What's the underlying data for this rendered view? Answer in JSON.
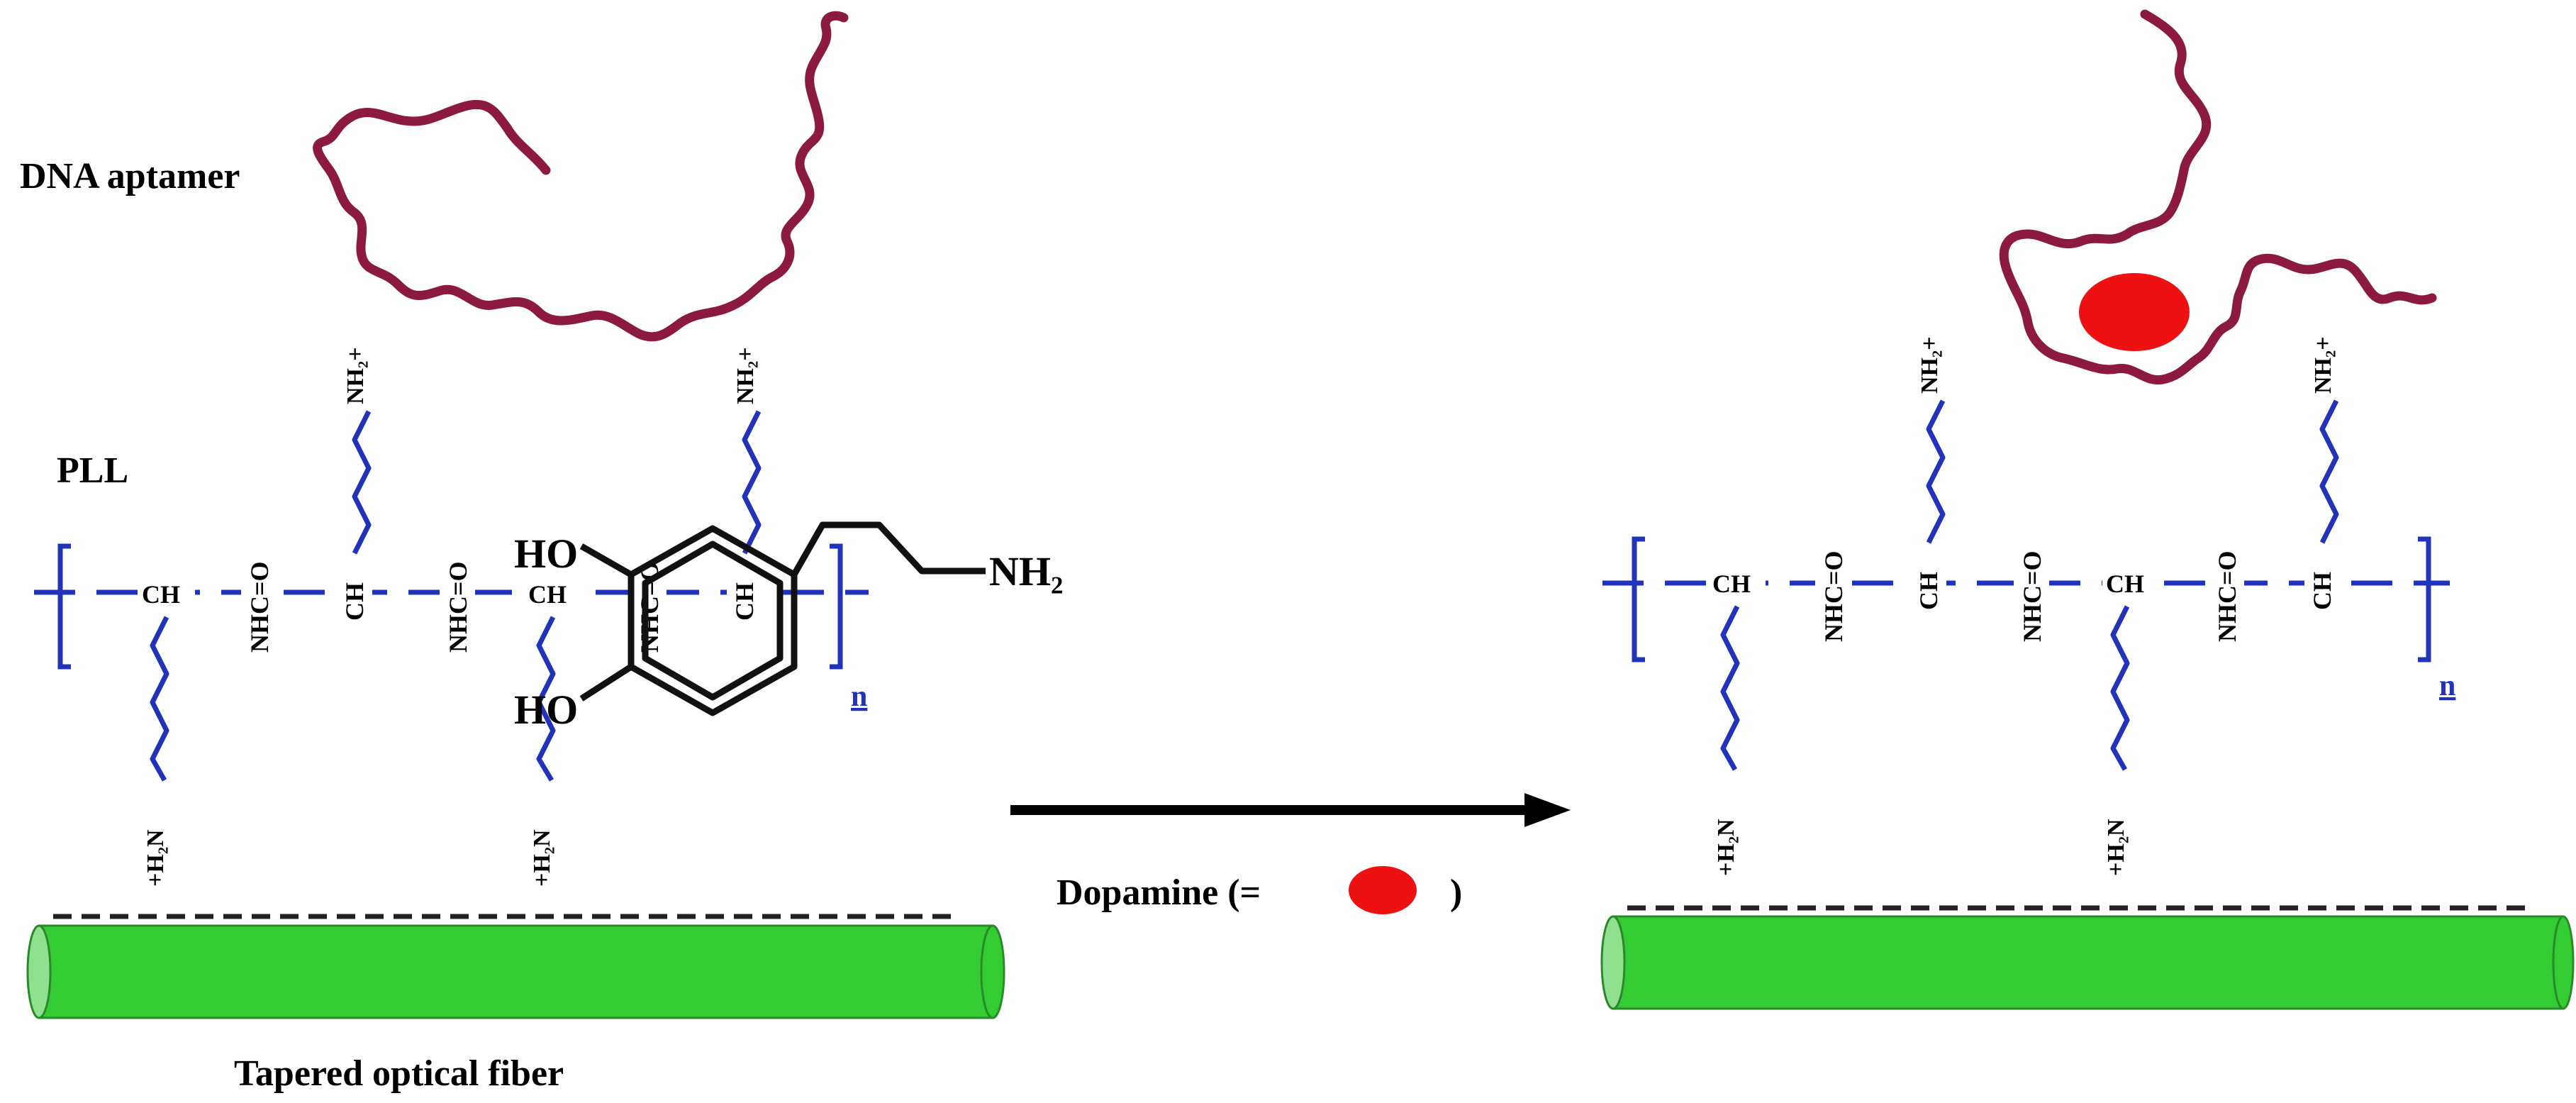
{
  "labels": {
    "dna_aptamer": "DNA aptamer",
    "pll": "PLL",
    "fiber": "Tapered optical fiber",
    "dopamine_prefix": "Dopamine (=",
    "dopamine_suffix": ")"
  },
  "chemistry": {
    "ch": "CH",
    "nhc_o": "NHC=O",
    "nh2_plus": "NH₂+",
    "plus_h2n": "+H₂N",
    "repeat_n": "n",
    "ho": "HO",
    "nh2": "NH₂"
  },
  "colors": {
    "polymer": "#2233bb",
    "aptamer": "#8b1a3e",
    "dopamine": "#ee1111",
    "fiber": "#33cc33"
  }
}
